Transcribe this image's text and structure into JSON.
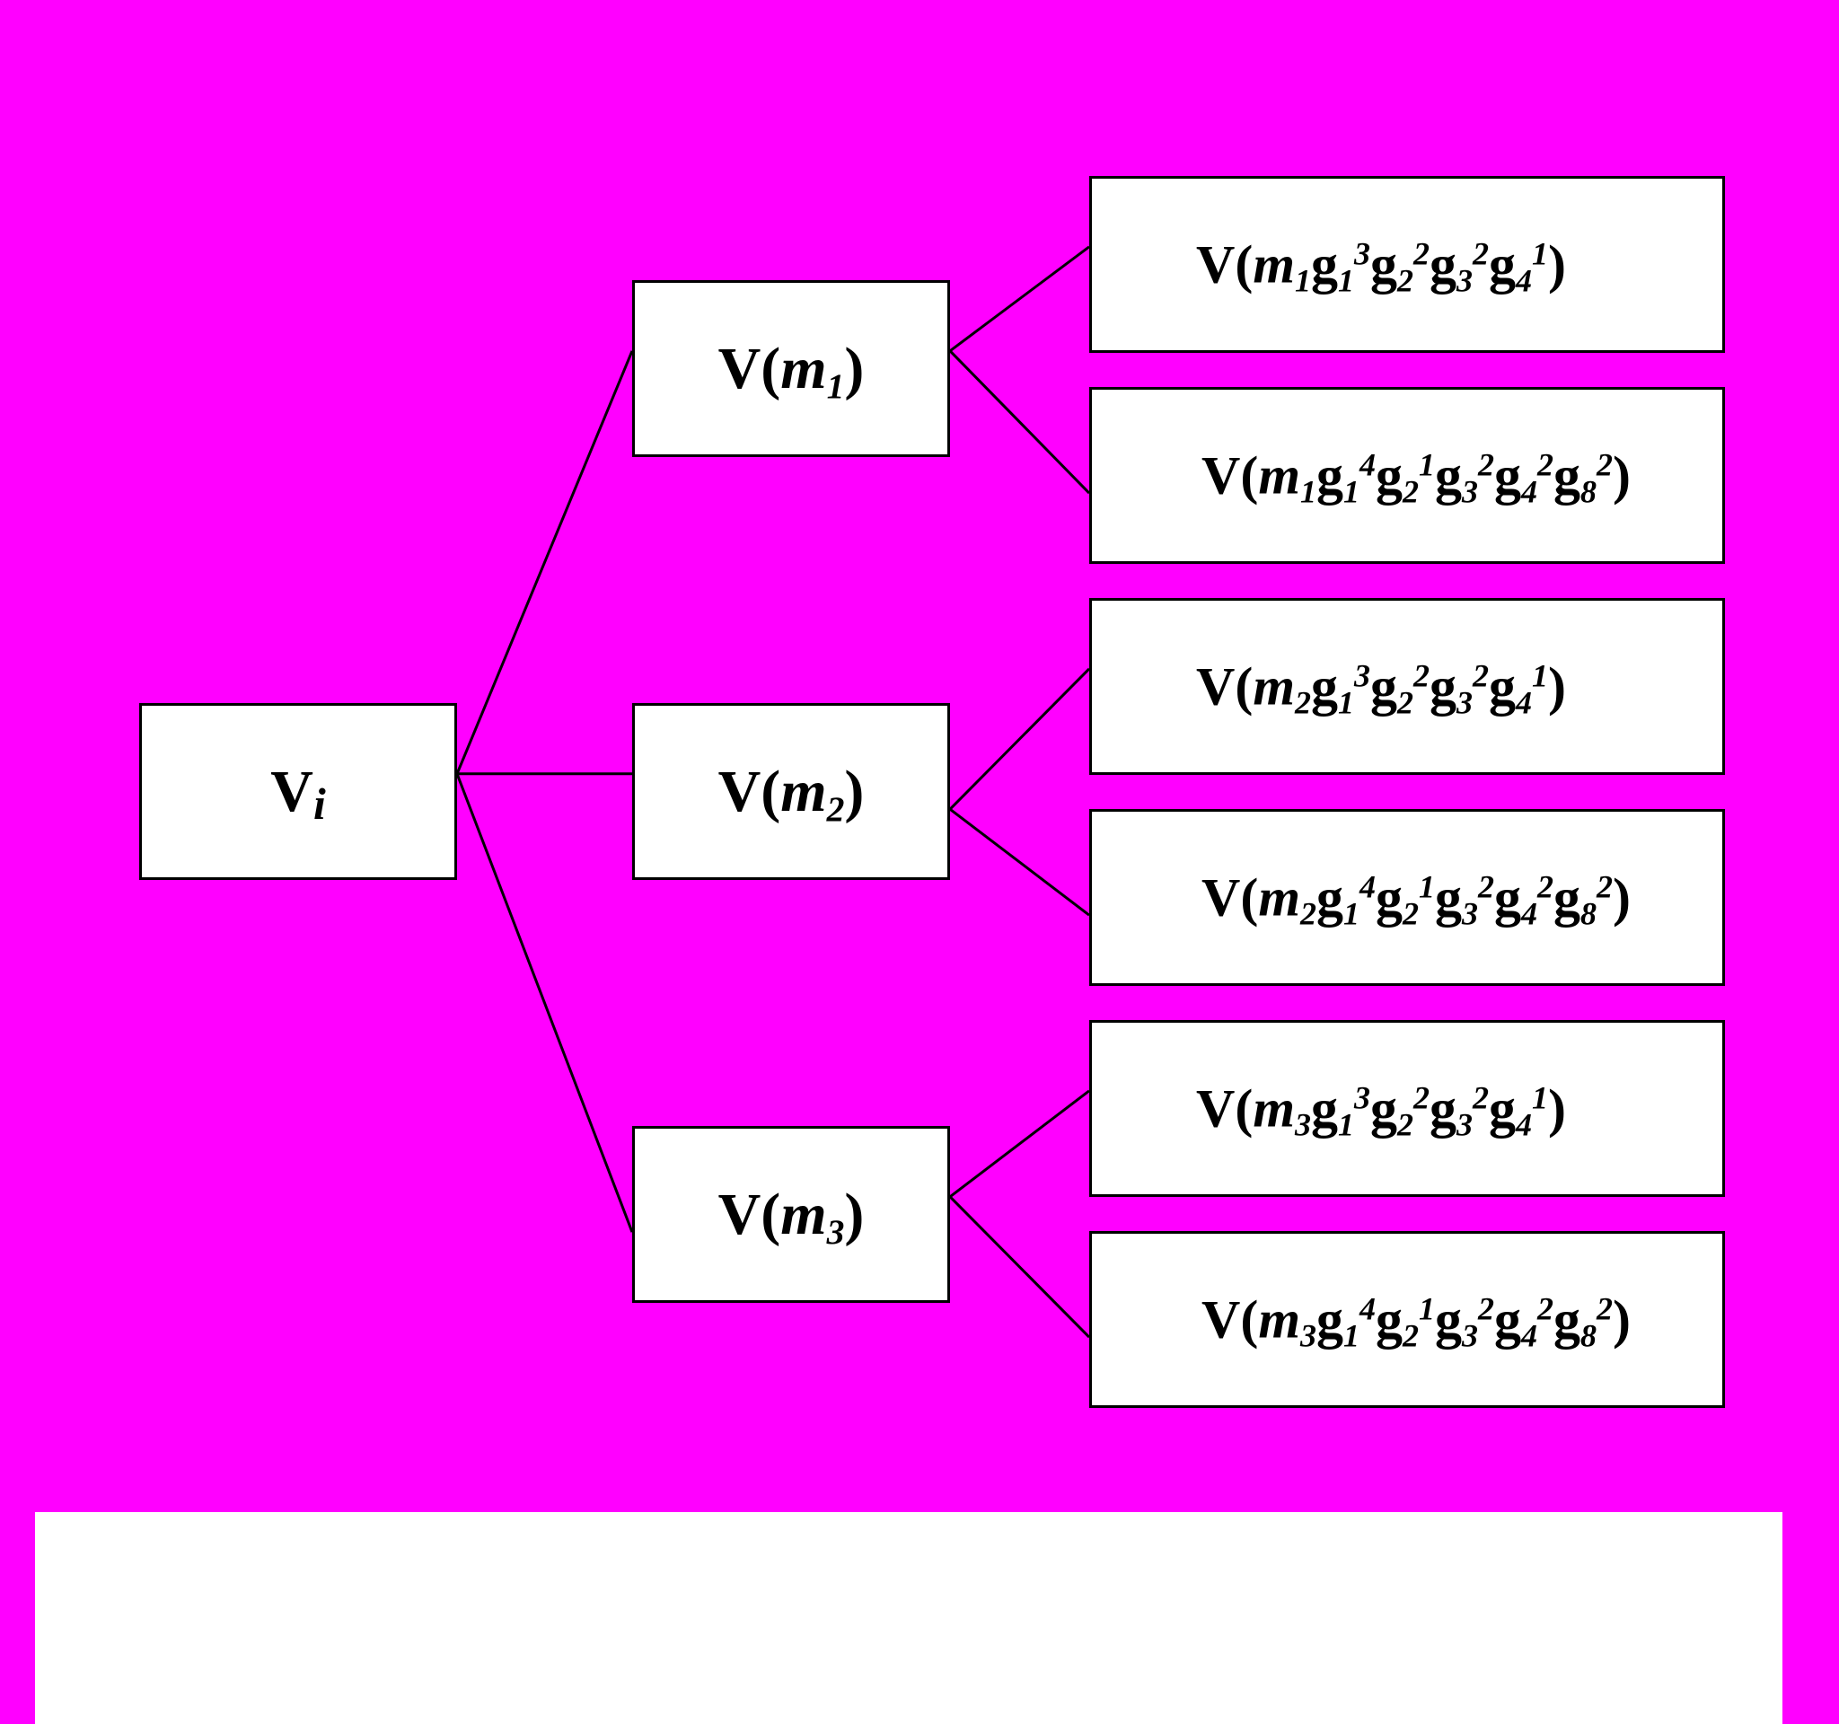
{
  "colors": {
    "background": "#ff00ff",
    "box_fill": "#ffffff",
    "line": "#000000",
    "text": "#000000"
  },
  "tree": {
    "root": {
      "id": "Vi",
      "prefix": "V",
      "sub": "i"
    },
    "children": [
      {
        "id": "m1",
        "prefix": "V(",
        "var": "m",
        "sub": "1",
        "suffix": ")",
        "children": [
          {
            "id": "m1-a",
            "head": "m",
            "head_sub": "1",
            "terms": [
              [
                "3",
                "1"
              ],
              [
                "2",
                "2"
              ],
              [
                "2",
                "3"
              ],
              [
                "1",
                "4"
              ]
            ]
          },
          {
            "id": "m1-b",
            "head": "m",
            "head_sub": "1",
            "terms": [
              [
                "4",
                "1"
              ],
              [
                "1",
                "2"
              ],
              [
                "2",
                "3"
              ],
              [
                "2",
                "4"
              ],
              [
                "2",
                "8"
              ]
            ]
          }
        ]
      },
      {
        "id": "m2",
        "prefix": "V(",
        "var": "m",
        "sub": "2",
        "suffix": ")",
        "children": [
          {
            "id": "m2-a",
            "head": "m",
            "head_sub": "2",
            "terms": [
              [
                "3",
                "1"
              ],
              [
                "2",
                "2"
              ],
              [
                "2",
                "3"
              ],
              [
                "1",
                "4"
              ]
            ]
          },
          {
            "id": "m2-b",
            "head": "m",
            "head_sub": "2",
            "terms": [
              [
                "4",
                "1"
              ],
              [
                "1",
                "2"
              ],
              [
                "2",
                "3"
              ],
              [
                "2",
                "4"
              ],
              [
                "2",
                "8"
              ]
            ]
          }
        ]
      },
      {
        "id": "m3",
        "prefix": "V(",
        "var": "m",
        "sub": "3",
        "suffix": ")",
        "children": [
          {
            "id": "m3-a",
            "head": "m",
            "head_sub": "3",
            "terms": [
              [
                "3",
                "1"
              ],
              [
                "2",
                "2"
              ],
              [
                "2",
                "3"
              ],
              [
                "1",
                "4"
              ]
            ]
          },
          {
            "id": "m3-b",
            "head": "m",
            "head_sub": "3",
            "terms": [
              [
                "4",
                "1"
              ],
              [
                "1",
                "2"
              ],
              [
                "2",
                "3"
              ],
              [
                "2",
                "4"
              ],
              [
                "2",
                "8"
              ]
            ]
          }
        ]
      }
    ]
  },
  "leaf_text": {
    "prefix": "V(",
    "term_symbol": "g",
    "suffix": ")"
  }
}
